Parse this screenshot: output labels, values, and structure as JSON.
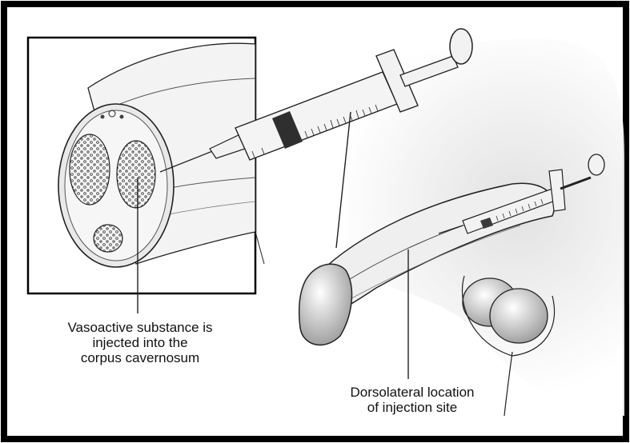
{
  "colors": {
    "frame": "#000000",
    "ink": "#111111",
    "shade": "#d8d8d8",
    "mid": "#a9a9a9",
    "light": "#eeeeee",
    "dark": "#3a3a3a"
  },
  "icons": {
    "left_syringe": "syringe-icon",
    "right_syringe": "syringe-icon"
  },
  "labels": {
    "left": [
      "Vasoactive substance is",
      "injected into the",
      "corpus cavernosum"
    ],
    "right": [
      "Dorsolateral location",
      "of injection site"
    ]
  }
}
